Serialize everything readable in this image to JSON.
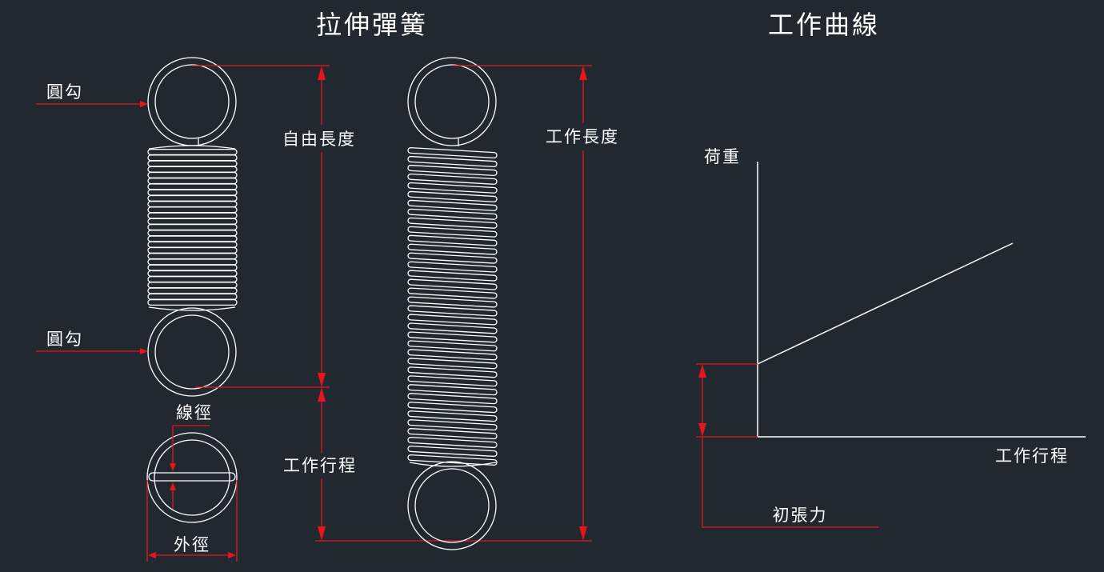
{
  "titles": {
    "left": "拉伸彈簧",
    "right": "工作曲線"
  },
  "labels": {
    "round_hook_top": "圓勾",
    "round_hook_bottom": "圓勾",
    "free_length": "自由長度",
    "working_length": "工作長度",
    "wire_diameter": "線徑",
    "working_stroke": "工作行程",
    "outer_diameter": "外徑"
  },
  "curve": {
    "ylabel": "荷重",
    "xlabel": "工作行程",
    "initial_tension": "初張力"
  },
  "colors": {
    "background": "#212830",
    "line": "#ffffff",
    "dimension": "#e8141b"
  }
}
